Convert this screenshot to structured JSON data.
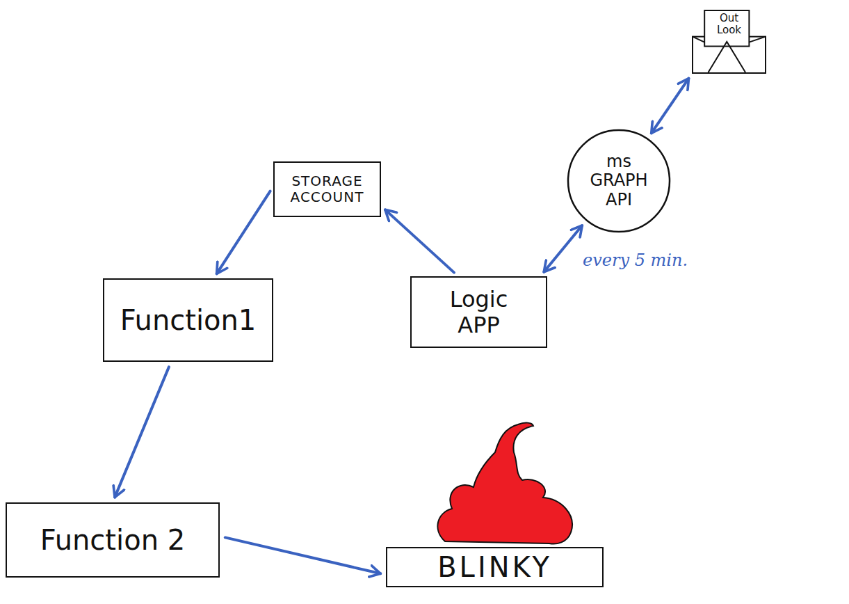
{
  "diagram": {
    "nodes": [
      {
        "text": [
          "Out Look"
        ]
      },
      {
        "text": [
          "ms GRAPH API"
        ]
      },
      {
        "text": [
          "STORAGE ACCOUNT"
        ]
      },
      {
        "text": [
          "Function1"
        ]
      },
      {
        "text": [
          "Logic APP"
        ]
      },
      {
        "text": [
          "Function 2"
        ]
      },
      {
        "text": [
          "BLINKY"
        ]
      }
    ],
    "edges": [
      {
        "from": 1,
        "to": 0,
        "arrow": "both"
      },
      {
        "from": 4,
        "to": 1,
        "arrow": "both",
        "label": "every 5 min."
      },
      {
        "from": 4,
        "to": 2,
        "arrow": "to"
      },
      {
        "from": 2,
        "to": 3,
        "arrow": "to"
      },
      {
        "from": 3,
        "to": 5,
        "arrow": "to"
      },
      {
        "from": 5,
        "to": 6,
        "arrow": "to"
      }
    ]
  }
}
